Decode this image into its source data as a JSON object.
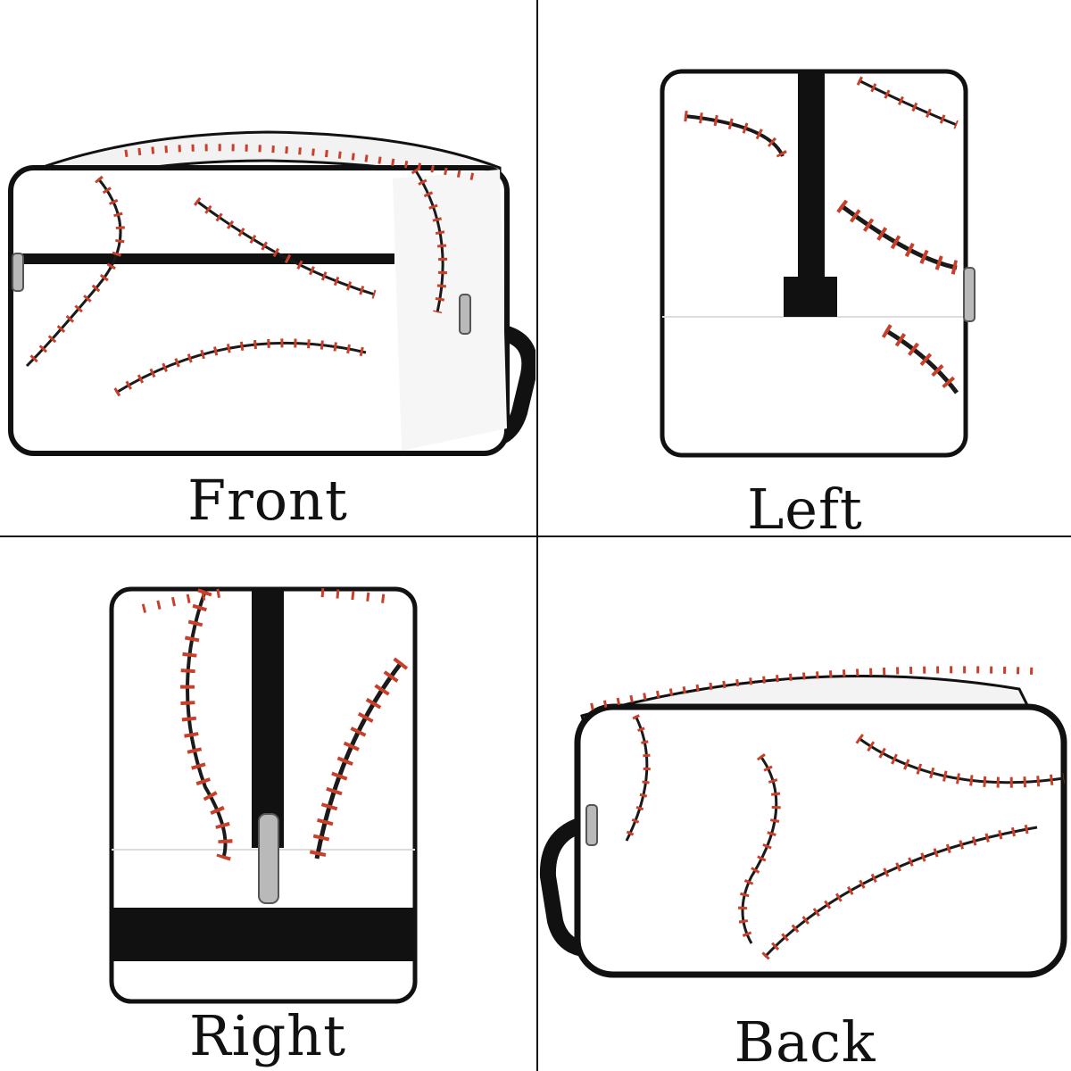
{
  "views": [
    {
      "id": "front",
      "label": "Front"
    },
    {
      "id": "left",
      "label": "Left"
    },
    {
      "id": "right",
      "label": "Right"
    },
    {
      "id": "back",
      "label": "Back"
    }
  ],
  "colors": {
    "bag_body": "#ffffff",
    "stitch_red": "#c8402a",
    "seam_black": "#1a1a1a",
    "zipper_black": "#111111",
    "zipper_metal": "#b9b9b9"
  },
  "icons": {
    "bag": "toiletry-bag",
    "zipper_pull": "zipper-pull"
  }
}
